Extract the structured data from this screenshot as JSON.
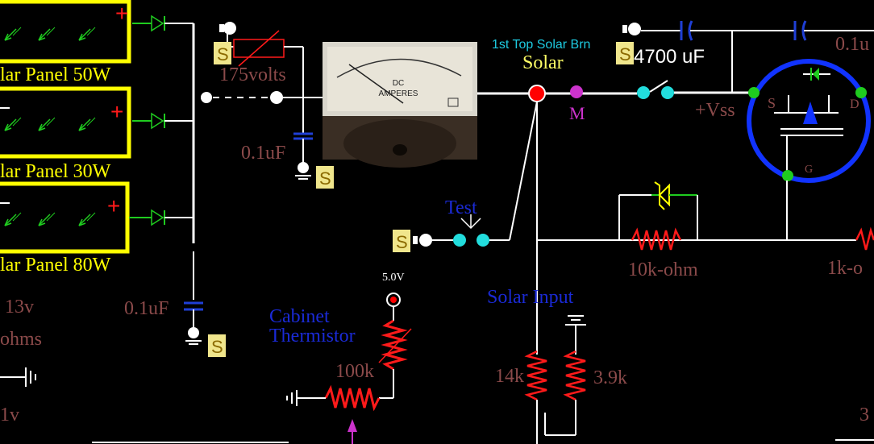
{
  "colors": {
    "background": "#000000",
    "wire": "#ffffff",
    "panel_border": "#ffff00",
    "label_maroon": "#8b4a4a",
    "label_blue": "#1a2ad6",
    "label_cyan": "#1ecbe1",
    "label_yellow": "#ffff66",
    "resistor": "#ff1a1a",
    "capacitor": "#1f3fd6",
    "diode": "#1fcc1f",
    "node_red": "#ff0000",
    "node_magenta": "#cc33cc",
    "node_cyan": "#22dddd",
    "s_tag_bg": "#f0e68c",
    "mosfet_ring": "#1133ff"
  },
  "icons": {
    "ammeter": "analog-dc-ammeter-icon",
    "ground": "ground-icon",
    "push_button": "push-button-icon",
    "solar_cell": "solar-cell-icon",
    "thermistor": "thermistor-icon",
    "mosfet": "mosfet-icon"
  },
  "panels": [
    {
      "label": "lar Panel 50W"
    },
    {
      "label": "lar Panel 30W"
    },
    {
      "label": "lar Panel 80W"
    }
  ],
  "labels": {
    "volts_175": "175volts",
    "cap_left_top": "0.1uF",
    "cap_left_bottom": "0.1uF",
    "v13": "13v",
    "ohms": "ohms",
    "one_v": "1v",
    "ammeter_line1": "DC",
    "ammeter_line2": "AMPERES",
    "solar_brn": "1st Top Solar Brn",
    "solar": "Solar",
    "meter_m": "M",
    "cap_4700": "4700 uF",
    "cap_right": "0.1u",
    "vss": "+Vss",
    "mos_s": "S",
    "mos_d": "D",
    "mos_g": "G",
    "test": "Test",
    "res_10k": "10k-ohm",
    "res_1k": "1k-o",
    "five_v": "5.0V",
    "cabinet": "Cabinet",
    "thermistor": "Thermistor",
    "res_100k": "100k",
    "solar_input": "Solar Input",
    "res_14k": "14k",
    "res_3_9k": "3.9k",
    "three": "3",
    "s_tag": "S"
  }
}
